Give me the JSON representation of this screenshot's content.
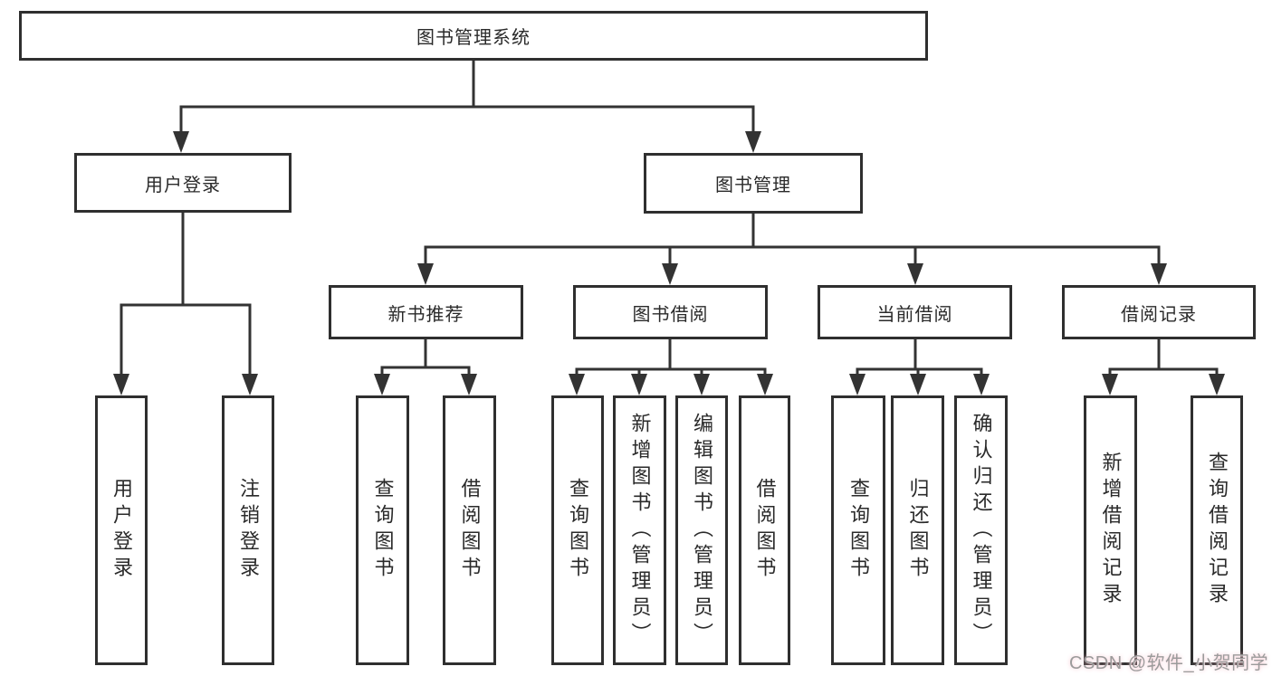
{
  "tree": {
    "root": "图书管理系统",
    "children": [
      {
        "label": "用户登录",
        "children": [
          {
            "label": "用户登录"
          },
          {
            "label": "注销登录"
          }
        ]
      },
      {
        "label": "图书管理",
        "children": [
          {
            "label": "新书推荐",
            "children": [
              {
                "label": "查询图书"
              },
              {
                "label": "借阅图书"
              }
            ]
          },
          {
            "label": "图书借阅",
            "children": [
              {
                "label": "查询图书"
              },
              {
                "label": "新增图书（管理员）"
              },
              {
                "label": "编辑图书（管理员）"
              },
              {
                "label": "借阅图书"
              }
            ]
          },
          {
            "label": "当前借阅",
            "children": [
              {
                "label": "查询图书"
              },
              {
                "label": "归还图书"
              },
              {
                "label": "确认归还（管理员）"
              }
            ]
          },
          {
            "label": "借阅记录",
            "children": [
              {
                "label": "新增借阅记录"
              },
              {
                "label": "查询借阅记录"
              }
            ]
          }
        ]
      }
    ]
  },
  "watermark": {
    "text": "CSDN @软件_小贺同学"
  },
  "colors": {
    "line": "#333333",
    "border": "#2f2f2f",
    "text": "#2a2a2a",
    "watermark": "#9b9b9b"
  }
}
